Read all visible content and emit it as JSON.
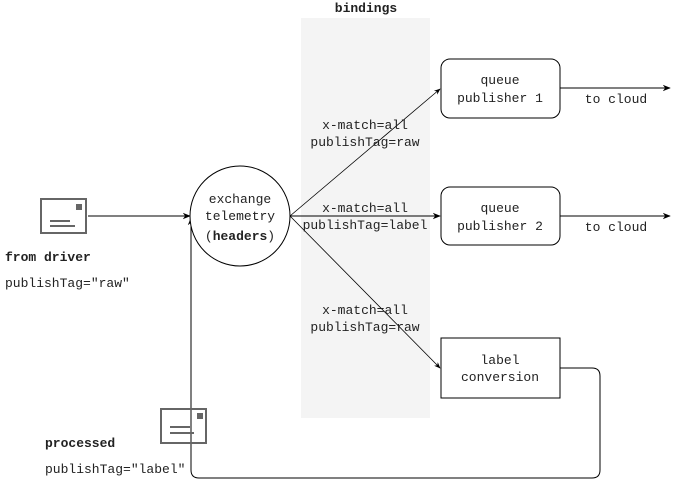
{
  "bindings_zone": {
    "title": "bindings",
    "bg_color": "#f4f4f4"
  },
  "source": {
    "icon": "envelope-icon",
    "title": "from driver",
    "tag": "publishTag=\"raw\""
  },
  "exchange": {
    "line1": "exchange",
    "line2": "telemetry",
    "type_open": "(",
    "type": "headers",
    "type_close": ")"
  },
  "bindings": [
    {
      "match": "x-match=all",
      "tag": "publishTag=raw"
    },
    {
      "match": "x-match=all",
      "tag": "publishTag=label"
    },
    {
      "match": "x-match=all",
      "tag": "publishTag=raw"
    }
  ],
  "queues": [
    {
      "line1": "queue",
      "line2": "publisher 1",
      "output": "to cloud"
    },
    {
      "line1": "queue",
      "line2": "publisher 2",
      "output": "to cloud"
    }
  ],
  "converter": {
    "line1": "label",
    "line2": "conversion"
  },
  "processed": {
    "icon": "envelope-icon",
    "title": "processed",
    "tag": "publishTag=\"label\""
  },
  "colors": {
    "line": "#000000",
    "icon": "#666666",
    "text": "#222222"
  }
}
